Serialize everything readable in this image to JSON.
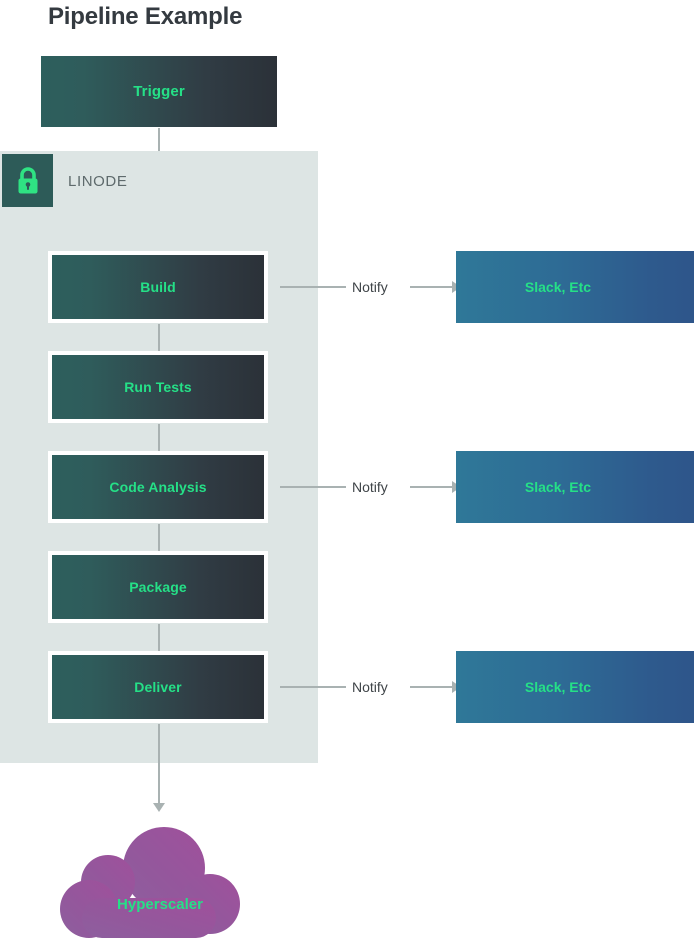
{
  "title": "Pipeline Example",
  "colors": {
    "background": "#ffffff",
    "title_text": "#343a40",
    "panel_background": "#dde5e4",
    "badge_background": "#2d5b58",
    "lock_icon": "#2fe383",
    "stage_gradient_start": "#2d5f5d",
    "stage_gradient_end": "#2b3138",
    "stage_label_text": "#25e087",
    "stage_border": "#ffffff",
    "slack_gradient_start": "#2f7898",
    "slack_gradient_end": "#2e5389",
    "connector_line": "#a9b2b2",
    "notify_text": "#3f4448",
    "panel_label_text": "#5e6a6c",
    "cloud_gradient_start": "#8d5f9e",
    "cloud_gradient_end": "#a0509b"
  },
  "panel": {
    "label": "LINODE",
    "icon": "lock-icon"
  },
  "trigger": {
    "label": "Trigger"
  },
  "stages": [
    {
      "label": "Build"
    },
    {
      "label": "Run Tests"
    },
    {
      "label": "Code Analysis"
    },
    {
      "label": "Package"
    },
    {
      "label": "Deliver"
    }
  ],
  "notifications": [
    {
      "connector_label": "Notify",
      "target_label": "Slack, Etc",
      "source_stage": "Build"
    },
    {
      "connector_label": "Notify",
      "target_label": "Slack, Etc",
      "source_stage": "Code Analysis"
    },
    {
      "connector_label": "Notify",
      "target_label": "Slack, Etc",
      "source_stage": "Deliver"
    }
  ],
  "cloud": {
    "label": "Hyperscaler"
  }
}
